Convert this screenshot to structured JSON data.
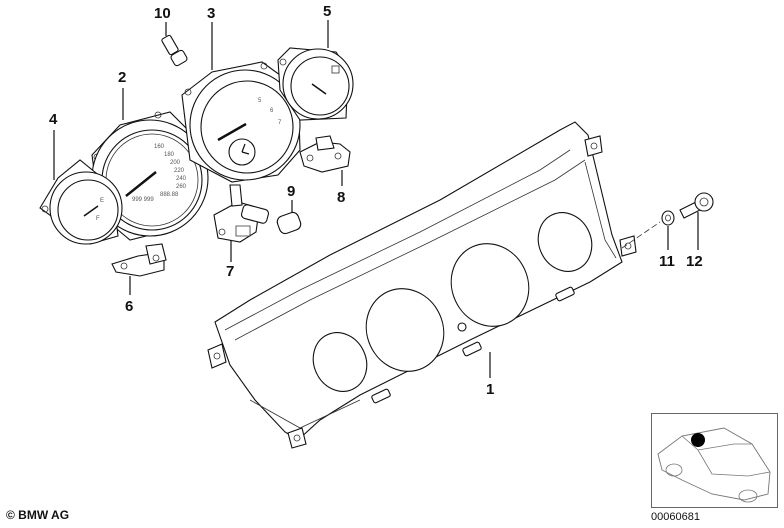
{
  "callouts": {
    "c1": "1",
    "c2": "2",
    "c3": "3",
    "c4": "4",
    "c5": "5",
    "c6": "6",
    "c7": "7",
    "c8": "8",
    "c9": "9",
    "c10": "10",
    "c11": "11",
    "c12": "12"
  },
  "speedo": {
    "scale": [
      "160",
      "180",
      "200",
      "220",
      "240",
      "260"
    ],
    "odometer": "999 999",
    "trip": "888.88"
  },
  "footer": {
    "copyright": "© BMW AG",
    "diagram_id": "00060681"
  }
}
